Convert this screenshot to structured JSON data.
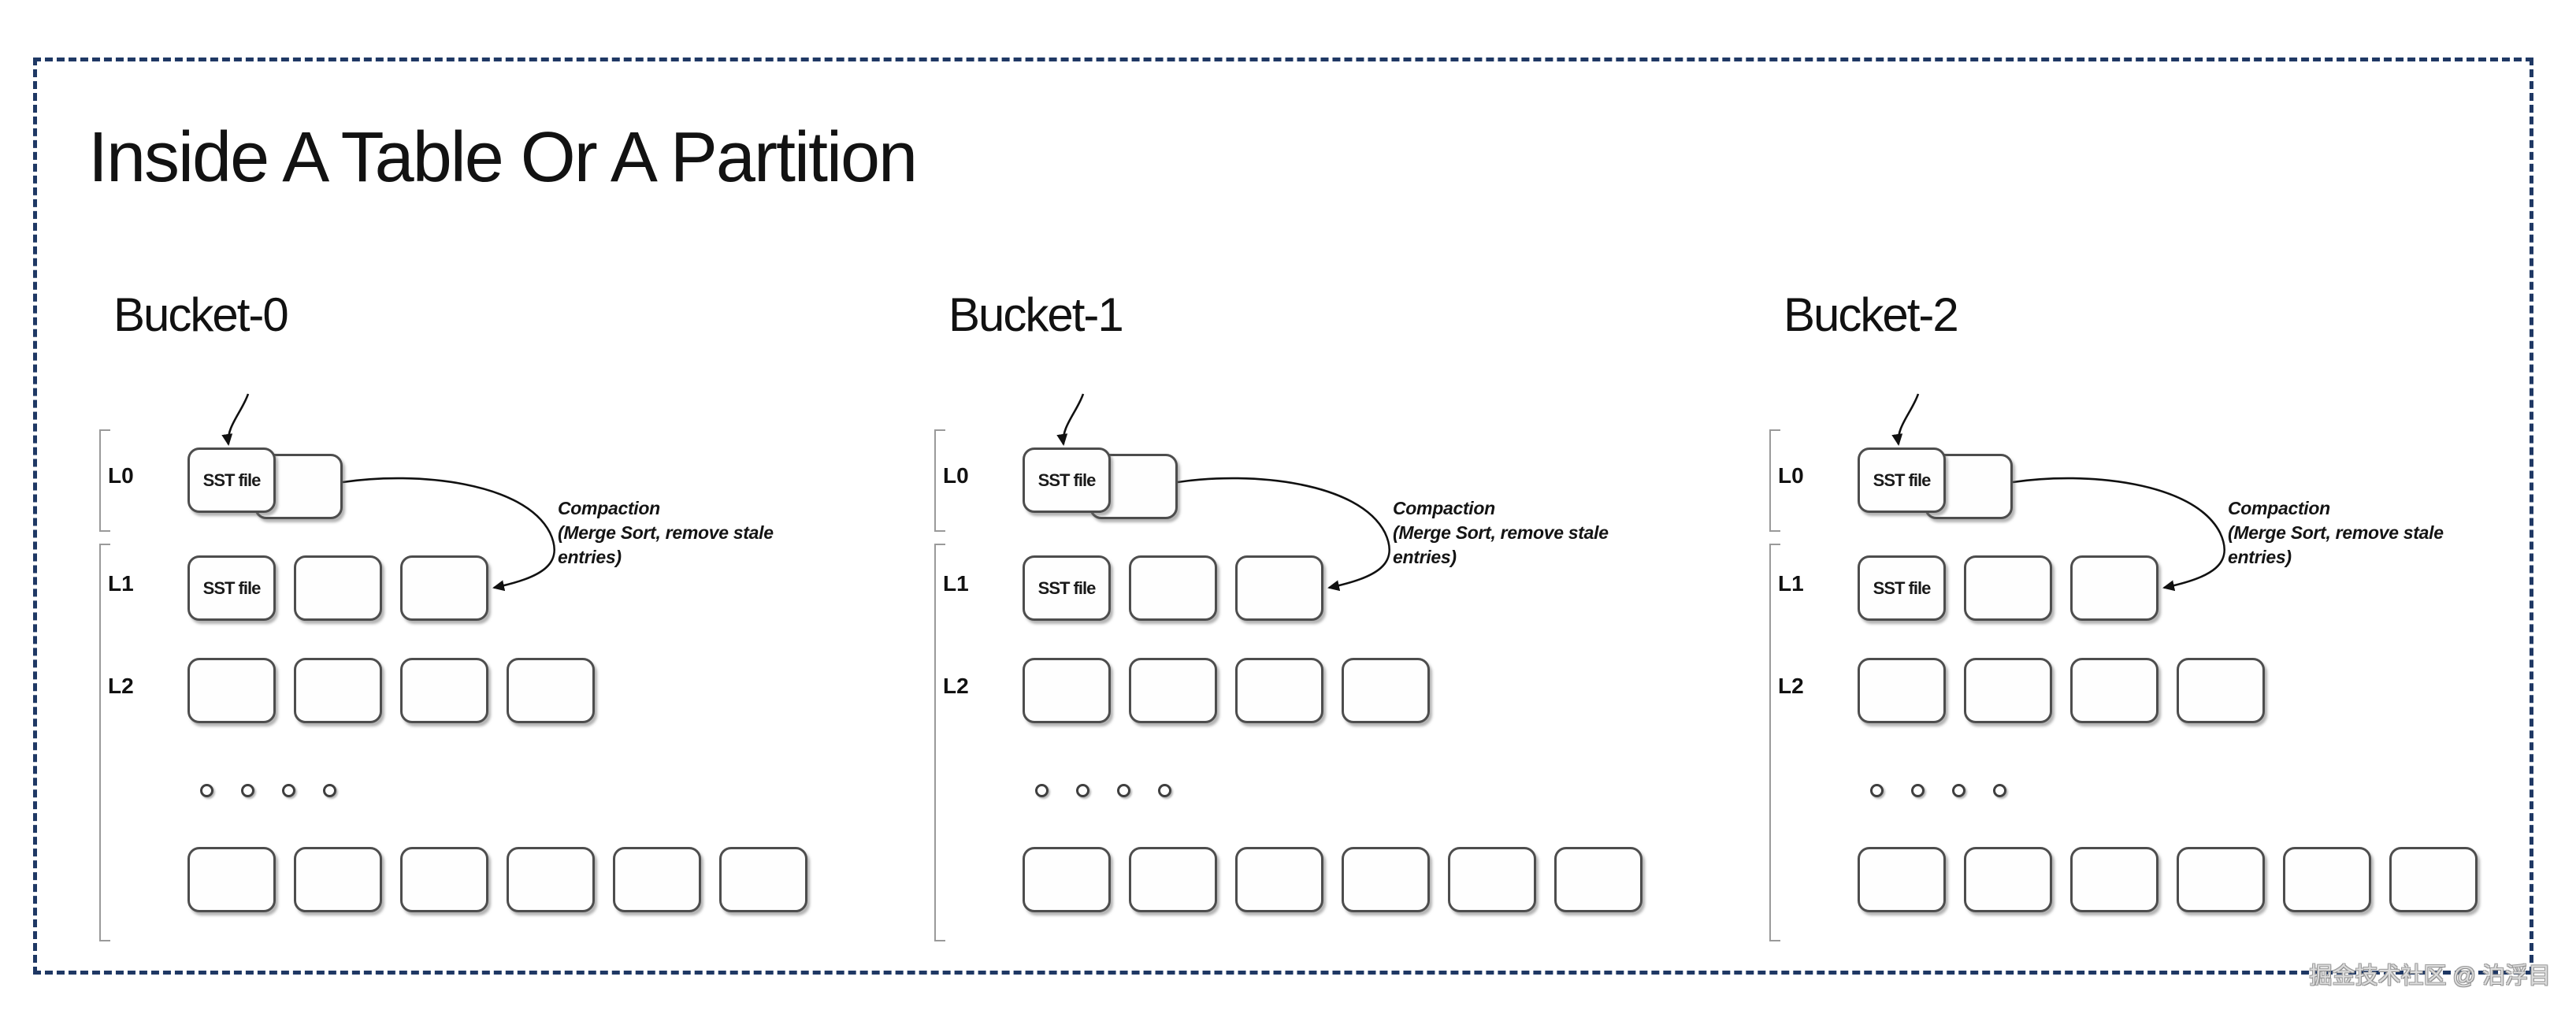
{
  "slide": {
    "title": "Inside A Table Or A Partition",
    "watermark": "掘金技术社区 @ 泊浮目",
    "border_color": "#1f3864",
    "background_color": "#ffffff"
  },
  "shared": {
    "sst_file_label": "SST file",
    "compaction_note": {
      "line1": "Compaction",
      "line2": "(Merge Sort, remove stale",
      "line3": "entries)"
    },
    "ellipsis_dot_count": 4,
    "box_border_color": "#4d4d4d",
    "bracket_color": "#9a9a9a",
    "arrow_color": "#111111"
  },
  "buckets": [
    {
      "label": "Bucket-0",
      "levels": [
        {
          "name": "L0",
          "box_count": 2,
          "first_box_label": "SST file"
        },
        {
          "name": "L1",
          "box_count": 3,
          "first_box_label": "SST file"
        },
        {
          "name": "L2",
          "box_count": 4,
          "first_box_label": ""
        },
        {
          "name": "",
          "box_count": 6,
          "first_box_label": ""
        }
      ]
    },
    {
      "label": "Bucket-1",
      "levels": [
        {
          "name": "L0",
          "box_count": 2,
          "first_box_label": "SST file"
        },
        {
          "name": "L1",
          "box_count": 3,
          "first_box_label": "SST file"
        },
        {
          "name": "L2",
          "box_count": 4,
          "first_box_label": ""
        },
        {
          "name": "",
          "box_count": 6,
          "first_box_label": ""
        }
      ]
    },
    {
      "label": "Bucket-2",
      "levels": [
        {
          "name": "L0",
          "box_count": 2,
          "first_box_label": "SST file"
        },
        {
          "name": "L1",
          "box_count": 3,
          "first_box_label": "SST file"
        },
        {
          "name": "L2",
          "box_count": 4,
          "first_box_label": ""
        },
        {
          "name": "",
          "box_count": 6,
          "first_box_label": ""
        }
      ]
    }
  ]
}
